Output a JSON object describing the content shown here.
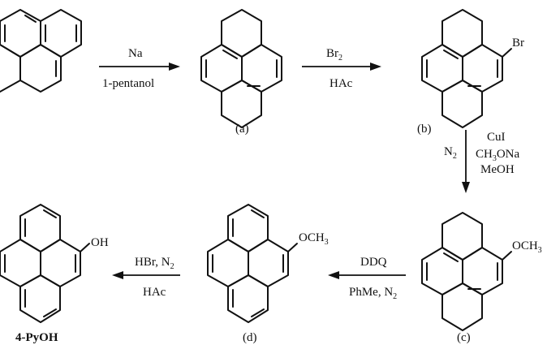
{
  "diagram": {
    "description": "Synthetic route from pyrene to 4-PyOH",
    "compounds": {
      "a": {
        "label": "(a)"
      },
      "b": {
        "label": "(b)",
        "substituent": "Br"
      },
      "c": {
        "label": "(c)",
        "substituent": "OCH",
        "substituent_sub": "3"
      },
      "d": {
        "label": "(d)",
        "substituent": "OCH",
        "substituent_sub": "3"
      },
      "product": {
        "label": "4-PyOH",
        "substituent": "OH"
      }
    },
    "steps": {
      "step1": {
        "top": "Na",
        "bottom": "1-pentanol"
      },
      "step2": {
        "top": "Br",
        "top_sub": "2",
        "bottom": "HAc"
      },
      "step3": {
        "left": "N",
        "left_sub": "2",
        "right1": "CuI",
        "right2_pre": "CH",
        "right2_sub": "3",
        "right2_post": "ONa",
        "right3": "MeOH"
      },
      "step4": {
        "top": "DDQ",
        "bottom_pre": "PhMe, N",
        "bottom_sub": "2"
      },
      "step5": {
        "top_pre": "HBr, N",
        "top_sub": "2",
        "bottom": "HAc"
      }
    }
  }
}
